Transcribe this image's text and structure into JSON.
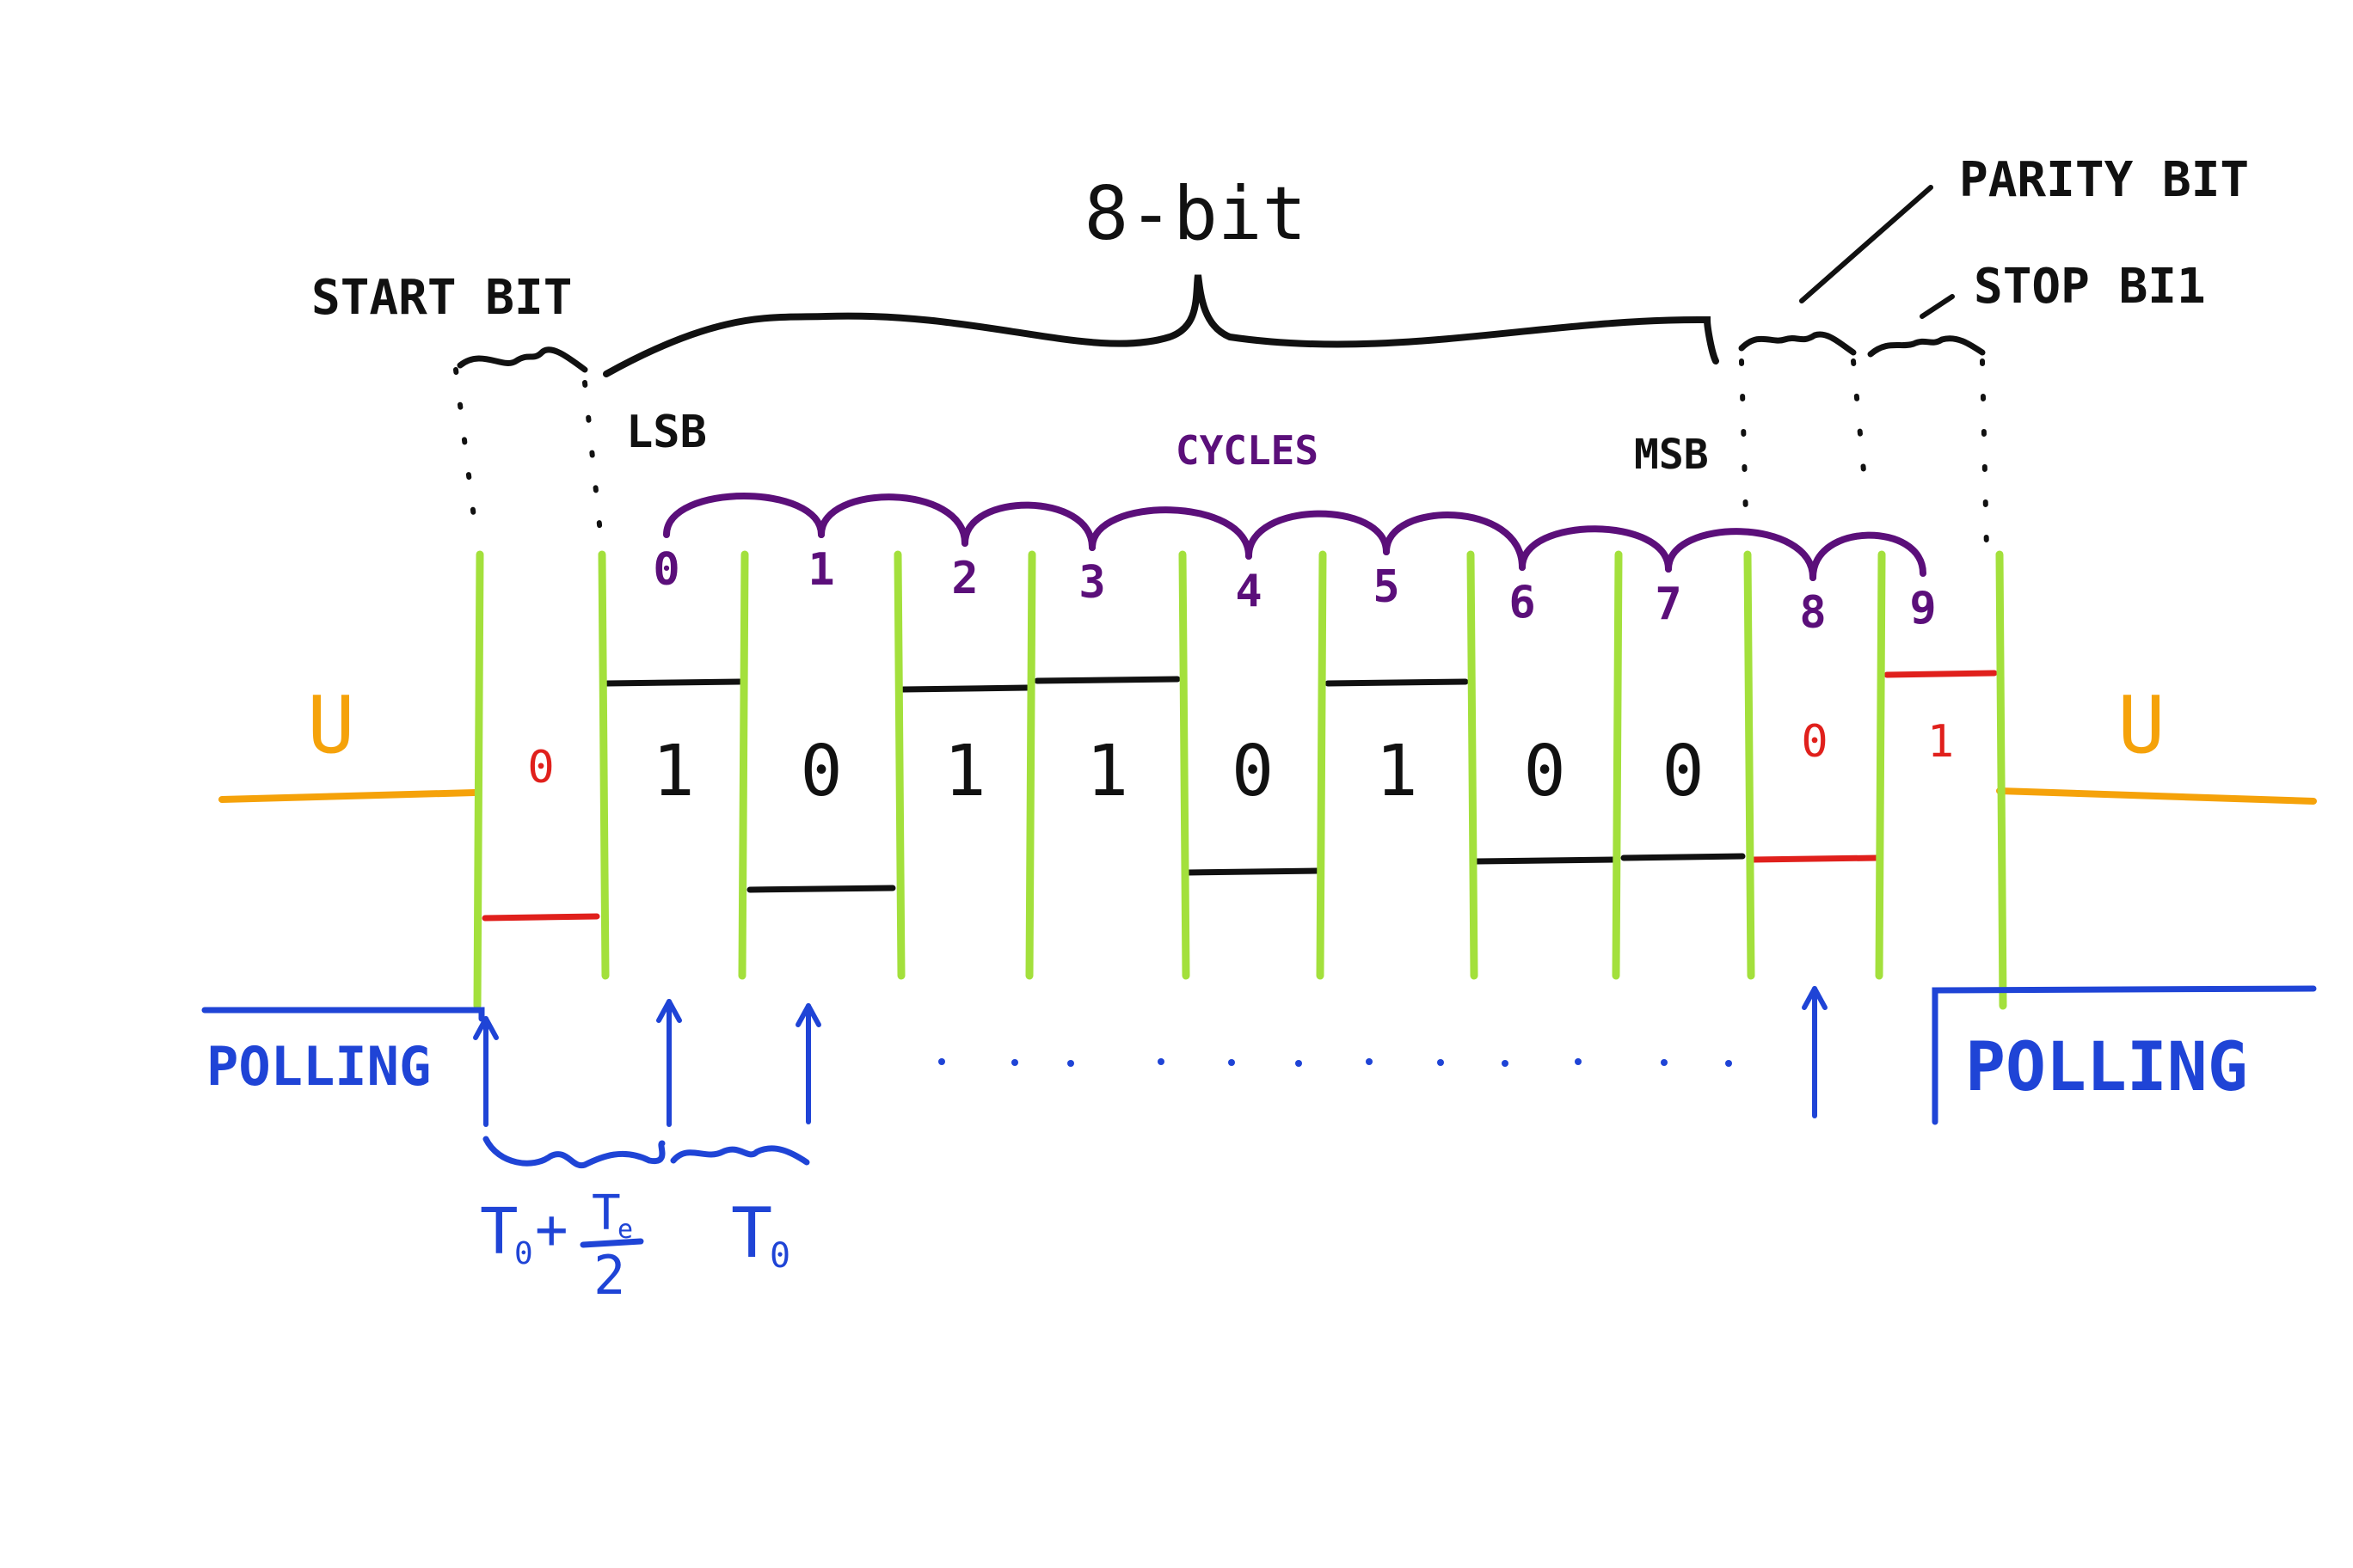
{
  "labels": {
    "eight_bit": "8-bit",
    "start_bit": "START BIT",
    "parity_bit": "PARITY BIT",
    "stop_bit": "STOP BI1",
    "lsb": "LSB",
    "msb": "MSB",
    "cycles": "CYCLES",
    "idle_left": "U",
    "idle_right": "U",
    "polling_left": "POLLING",
    "polling_right": "POLLING",
    "t0": "T",
    "t0_sub": "0",
    "plus": "+",
    "te": "T",
    "te_sub": "e",
    "denominator": "2",
    "t0_interval": "T",
    "t0_interval_sub": "0"
  },
  "cycle_numbers": [
    "0",
    "1",
    "2",
    "3",
    "4",
    "5",
    "6",
    "7",
    "8",
    "9"
  ],
  "bits": [
    {
      "value": "0",
      "role": "start",
      "level": "low"
    },
    {
      "value": "1",
      "role": "data",
      "level": "high"
    },
    {
      "value": "0",
      "role": "data",
      "level": "low"
    },
    {
      "value": "1",
      "role": "data",
      "level": "high"
    },
    {
      "value": "1",
      "role": "data",
      "level": "high"
    },
    {
      "value": "0",
      "role": "data",
      "level": "low"
    },
    {
      "value": "1",
      "role": "data",
      "level": "high"
    },
    {
      "value": "0",
      "role": "data",
      "level": "low"
    },
    {
      "value": "0",
      "role": "data",
      "level": "low"
    },
    {
      "value": "0",
      "role": "parity",
      "level": "low"
    },
    {
      "value": "1",
      "role": "stop",
      "level": "high"
    }
  ],
  "colors": {
    "ink": "#111111",
    "frame_bits": "#e0201c",
    "divider": "#a3e03c",
    "cycles": "#5b0f7a",
    "idle": "#f5a20a",
    "polling": "#1f44d6"
  }
}
